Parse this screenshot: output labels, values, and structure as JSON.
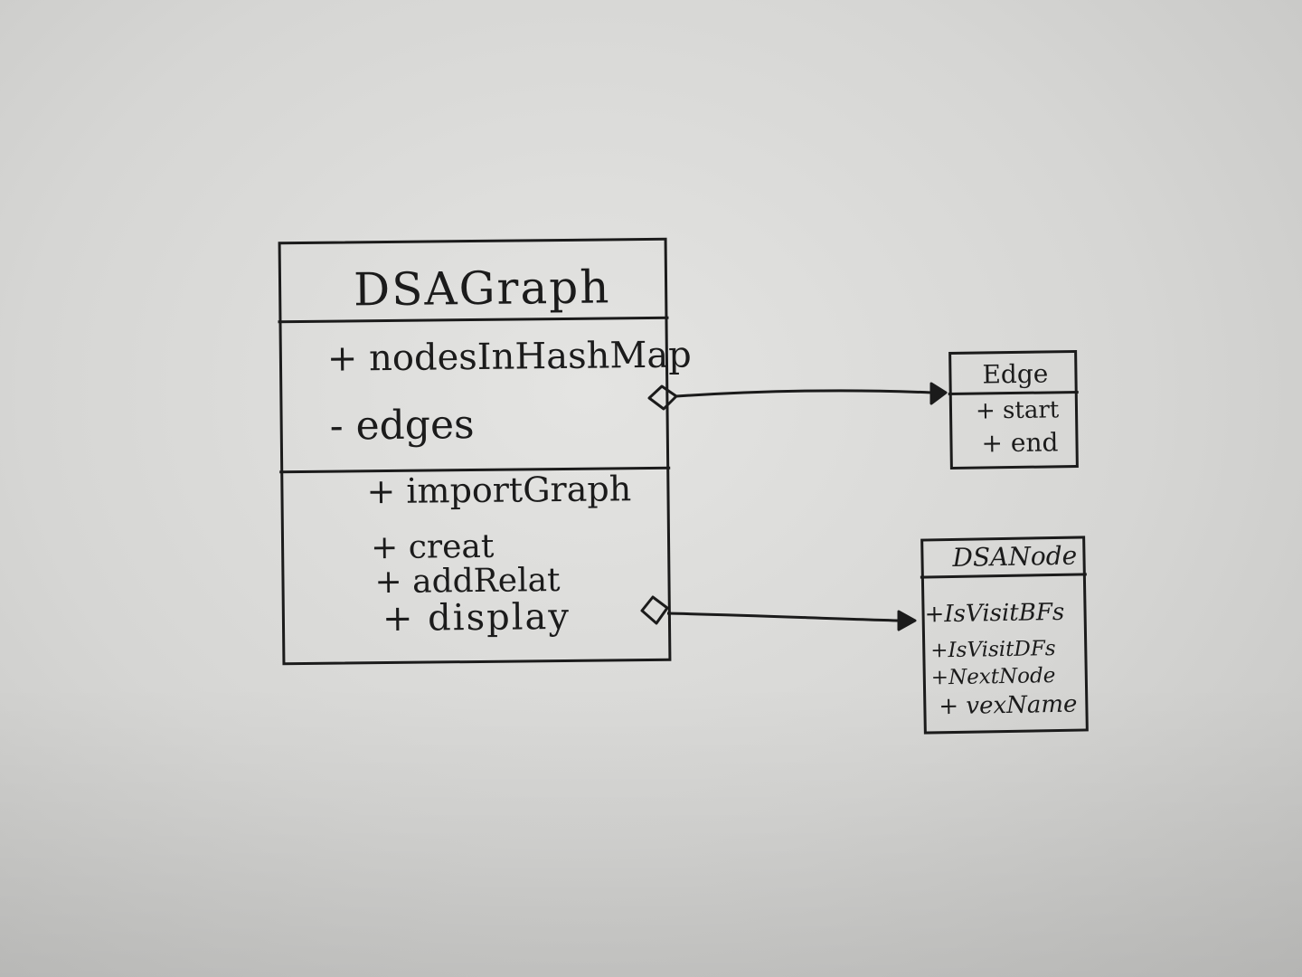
{
  "classes": {
    "graph": {
      "name": "DSAGraph",
      "attributes": [
        "+ nodesInHashMap",
        "- edges"
      ],
      "methods": [
        "+ importGraph",
        "+ creat",
        "+ addRelat",
        "+ display"
      ]
    },
    "edge": {
      "name": "Edge",
      "attributes": [
        "+ start",
        "+ end"
      ]
    },
    "node": {
      "name": "DSANode",
      "attributes": [
        "+IsVisitBFs",
        "+IsVisitDFs",
        "+NextNode",
        "+ vexName"
      ]
    }
  },
  "relations": [
    {
      "from": "DSAGraph",
      "to": "Edge",
      "kind": "aggregation"
    },
    {
      "from": "DSAGraph",
      "to": "DSANode",
      "kind": "aggregation"
    }
  ]
}
